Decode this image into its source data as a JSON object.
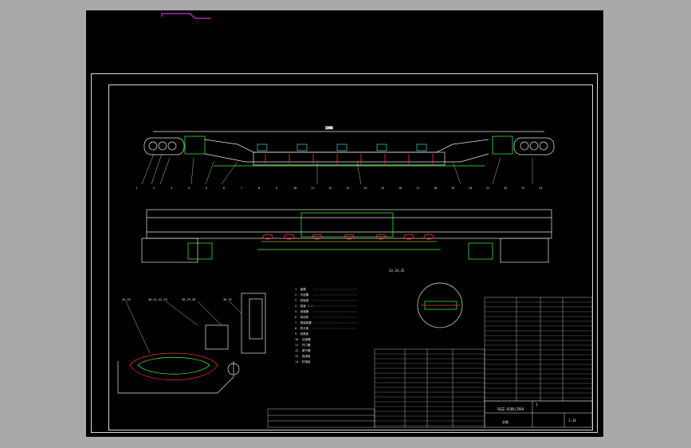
{
  "drawing": {
    "overall_dim": "1880",
    "partial_view_label": "33,34,35",
    "title_block": {
      "drawing_no": "SGZ-630/264 ",
      "scale": "1:10",
      "sheet": "1",
      "name": "总装"
    },
    "top_callouts": [
      "1",
      "2",
      "3",
      "4",
      "5",
      "6",
      "7",
      "8",
      "9",
      "10",
      "11",
      "12",
      "13",
      "14",
      "15",
      "16",
      "17",
      "18",
      "19",
      "20",
      "21",
      "22",
      "23",
      "24"
    ],
    "bottom_callouts": [
      "44,45",
      "40,41,42,43",
      "28,29,30",
      "30,32"
    ],
    "tech_notes": [
      "1. 溜槽",
      "2. 中部槽",
      "3. 刮板链",
      "4. 链速 1.1",
      "5. 减速器",
      "6. 电动机",
      "7. 紧链装置",
      "8. 机头架",
      "9. 机尾架",
      "10. 过渡槽",
      "11. 开口槽",
      "12. 调节槽",
      "13. 挡煤板",
      "14. 铲煤板"
    ],
    "colors": {
      "line": "#e6e6e6",
      "green": "#3cff3c",
      "red": "#ff3030",
      "magenta": "#ff40ff",
      "yellow": "#ffff40",
      "cyan": "#40ffff"
    }
  }
}
